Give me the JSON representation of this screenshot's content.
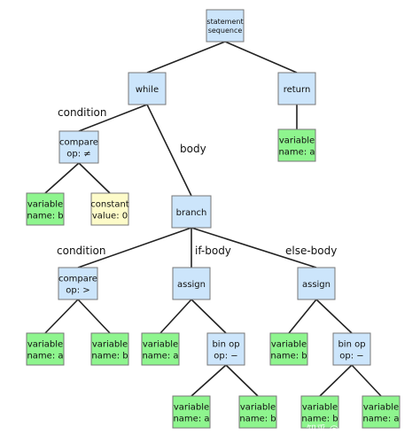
{
  "tree": {
    "nodes": [
      {
        "id": "root",
        "kind": "blue",
        "lines": [
          "statement",
          "sequence"
        ]
      },
      {
        "id": "while",
        "kind": "blue",
        "lines": [
          "while"
        ]
      },
      {
        "id": "return",
        "kind": "blue",
        "lines": [
          "return"
        ]
      },
      {
        "id": "cmp-neq",
        "kind": "blue",
        "lines": [
          "compare",
          "op: ≠"
        ]
      },
      {
        "id": "var-b-1",
        "kind": "green",
        "lines": [
          "variable",
          "name: b"
        ]
      },
      {
        "id": "const-0",
        "kind": "yellow",
        "lines": [
          "constant",
          "value: 0"
        ]
      },
      {
        "id": "branch",
        "kind": "blue",
        "lines": [
          "branch"
        ]
      },
      {
        "id": "var-a-ret",
        "kind": "green",
        "lines": [
          "variable",
          "name: a"
        ]
      },
      {
        "id": "cmp-gt",
        "kind": "blue",
        "lines": [
          "compare",
          "op: >"
        ]
      },
      {
        "id": "assign-1",
        "kind": "blue",
        "lines": [
          "assign"
        ]
      },
      {
        "id": "assign-2",
        "kind": "blue",
        "lines": [
          "assign"
        ]
      },
      {
        "id": "var-a-2",
        "kind": "green",
        "lines": [
          "variable",
          "name: a"
        ]
      },
      {
        "id": "var-b-2",
        "kind": "green",
        "lines": [
          "variable",
          "name: b"
        ]
      },
      {
        "id": "var-a-3",
        "kind": "green",
        "lines": [
          "variable",
          "name: a"
        ]
      },
      {
        "id": "binop-1",
        "kind": "blue",
        "lines": [
          "bin op",
          "op: −"
        ]
      },
      {
        "id": "var-b-3",
        "kind": "green",
        "lines": [
          "variable",
          "name: b"
        ]
      },
      {
        "id": "binop-2",
        "kind": "blue",
        "lines": [
          "bin op",
          "op: −"
        ]
      },
      {
        "id": "var-a-4",
        "kind": "green",
        "lines": [
          "variable",
          "name: a"
        ]
      },
      {
        "id": "var-b-4",
        "kind": "green",
        "lines": [
          "variable",
          "name: b"
        ]
      },
      {
        "id": "var-b-5",
        "kind": "green",
        "lines": [
          "variable",
          "name: b"
        ]
      },
      {
        "id": "var-a-5",
        "kind": "green",
        "lines": [
          "variable",
          "name: a"
        ]
      }
    ],
    "edges": [
      [
        "root",
        "while"
      ],
      [
        "root",
        "return"
      ],
      [
        "while",
        "cmp-neq"
      ],
      [
        "while",
        "branch"
      ],
      [
        "return",
        "var-a-ret"
      ],
      [
        "cmp-neq",
        "var-b-1"
      ],
      [
        "cmp-neq",
        "const-0"
      ],
      [
        "branch",
        "cmp-gt"
      ],
      [
        "branch",
        "assign-1"
      ],
      [
        "branch",
        "assign-2"
      ],
      [
        "cmp-gt",
        "var-a-2"
      ],
      [
        "cmp-gt",
        "var-b-2"
      ],
      [
        "assign-1",
        "var-a-3"
      ],
      [
        "assign-1",
        "binop-1"
      ],
      [
        "assign-2",
        "var-b-3"
      ],
      [
        "assign-2",
        "binop-2"
      ],
      [
        "binop-1",
        "var-a-4"
      ],
      [
        "binop-1",
        "var-b-4"
      ],
      [
        "binop-2",
        "var-b-5"
      ],
      [
        "binop-2",
        "var-a-5"
      ]
    ],
    "edge_labels": {
      "condition_1": "condition",
      "body": "body",
      "condition_2": "condition",
      "if_body": "if-body",
      "else_body": "else-body"
    }
  },
  "watermark": "知乎 @老刘"
}
